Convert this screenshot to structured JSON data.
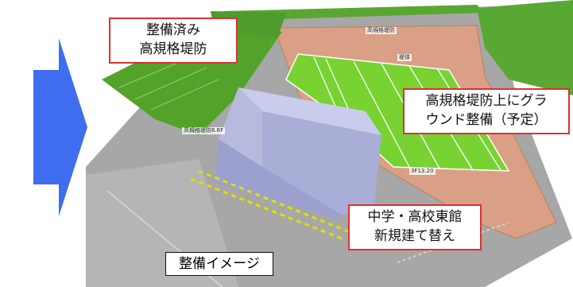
{
  "callouts": {
    "levee_done": [
      "整備済み",
      "高規格堤防"
    ],
    "ground_plan": [
      "高規格堤防上にグラ",
      "ウンド整備（予定）"
    ],
    "east_building": [
      "中学・高校東館",
      "新規建て替え"
    ]
  },
  "caption": "整備イメージ",
  "map_labels": {
    "top_road": "高規格堤防",
    "center": "堤体",
    "left_building": "高規格堤防6.6F",
    "right_corner": "3F13.20"
  },
  "colors": {
    "arrow": "#3f6df0",
    "callout_border": "#e03030",
    "field": "#7fd43a",
    "levee_green": "#55a62c",
    "embankment": "#d9a084",
    "building": "#b0b4dc",
    "road": "#a9a9a9"
  }
}
